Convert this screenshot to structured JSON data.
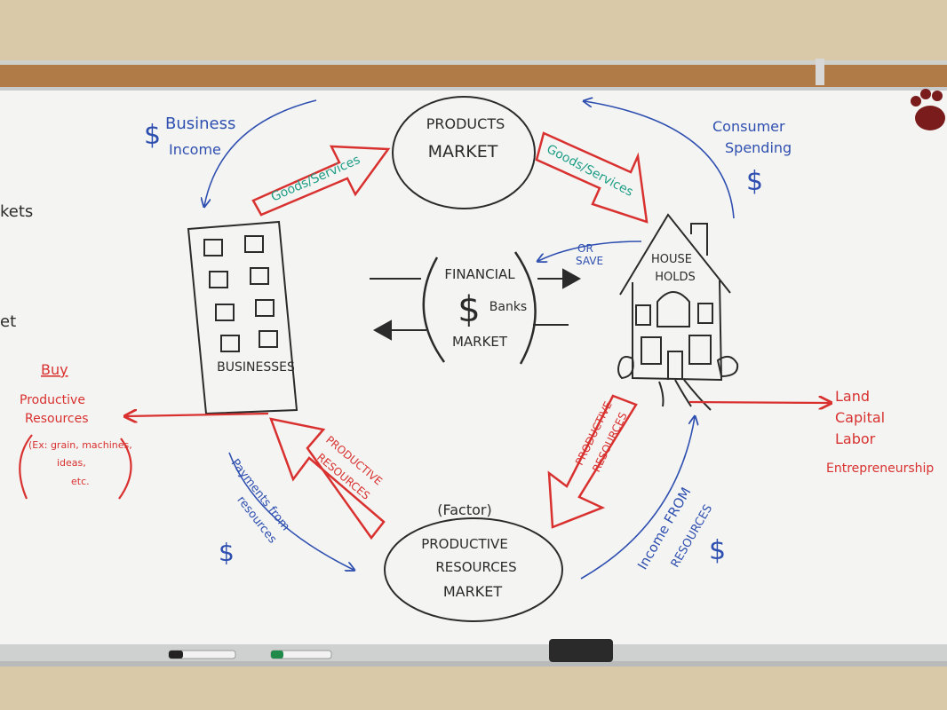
{
  "colors": {
    "wall": "#d9c9a8",
    "cork": "#b07b47",
    "board": "#f4f5f3",
    "black_ink": "#2b2b2b",
    "red_ink": "#d8312f",
    "blue_ink": "#2f4fb0",
    "green_ink": "#1f9d86"
  },
  "nodes": {
    "products_market": [
      "PRODUCTS",
      "MARKET"
    ],
    "businesses": "BUSINESSES",
    "households": [
      "HOUSE",
      "HOLDS"
    ],
    "financial_market": {
      "top": "FINANCIAL",
      "sign": "$",
      "banks": "Banks",
      "bottom": "MARKET"
    },
    "factor": "(Factor)",
    "resources_market": [
      "PRODUCTIVE",
      "RESOURCES",
      "MARKET"
    ]
  },
  "flows": {
    "goods_left": "Goods/Services",
    "goods_right": "Goods/Services",
    "productive_left": [
      "PRODUCTIVE",
      "RESOURCES"
    ],
    "productive_right": [
      "PRODUCTIVE",
      "RESOURCES"
    ],
    "or_save": [
      "OR",
      "SAVE"
    ]
  },
  "labels": {
    "business_income": {
      "sign": "$",
      "line1": "Business",
      "line2": "Income"
    },
    "consumer_spending": {
      "line1": "Consumer",
      "line2": "Spending",
      "sign": "$"
    },
    "payments": {
      "line1": "Payments from",
      "line2": "resources",
      "sign": "$"
    },
    "income_resources": {
      "line1": "Income FROM",
      "line2": "RESOURCES",
      "sign": "$"
    },
    "buy": [
      "Buy",
      "Productive",
      "Resources",
      "(Ex: grain, machines,",
      "ideas,",
      "etc."
    ],
    "factors": [
      "Land",
      "Capital",
      "Labor",
      "Entrepreneurship"
    ],
    "left_edge": [
      "kets",
      "et"
    ]
  }
}
